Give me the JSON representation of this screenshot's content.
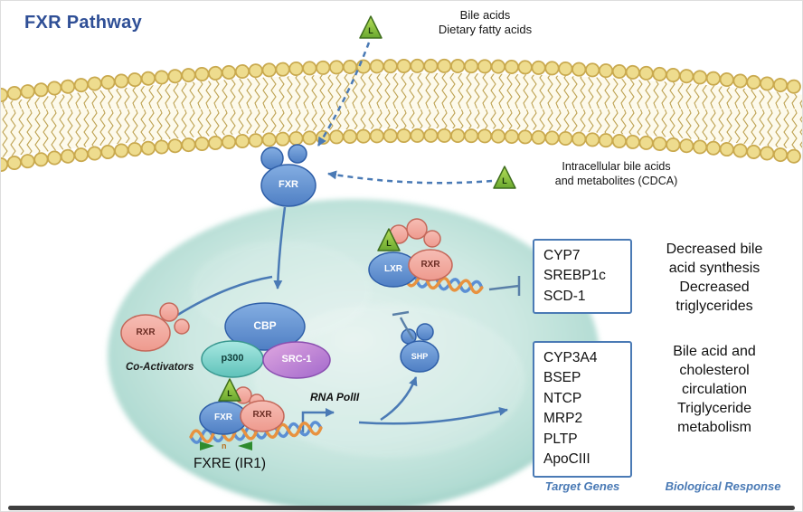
{
  "title": "FXR Pathway",
  "ligand": {
    "symbol": "L"
  },
  "extracellular_label": {
    "line1": "Bile acids",
    "line2": "Dietary fatty acids"
  },
  "cdca_note": {
    "line1": "Intracellular bile acids",
    "line2": "and metabolites (CDCA)"
  },
  "molecules": {
    "fxr_membrane": "FXR",
    "rxr_left": "RXR",
    "cbp": "CBP",
    "p300": "p300",
    "src1": "SRC-1",
    "coactivators": "Co-Activators",
    "fxr_dna": "FXR",
    "rxr_dna": "RXR",
    "lxr": "LXR",
    "rxr_lxr": "RXR",
    "shp": "SHP"
  },
  "dna_labels": {
    "fxre": "FXRE (IR1)",
    "repeat_n": "n",
    "rna_pol": "RNA PolII"
  },
  "target_genes": {
    "box1": [
      "CYP7",
      "SREBP1c",
      "SCD-1"
    ],
    "box2": [
      "CYP3A4",
      "BSEP",
      "NTCP",
      "MRP2",
      "PLTP",
      "ApoCIII"
    ]
  },
  "responses": {
    "box1": [
      "Decreased bile",
      "acid synthesis",
      "Decreased",
      "triglycerides"
    ],
    "box2": [
      "Bile acid and",
      "cholesterol",
      "circulation",
      "Triglyceride",
      "metabolism"
    ]
  },
  "footer": {
    "target_genes": "Target Genes",
    "biological_response": "Biological Response"
  },
  "colors": {
    "accent_blue": "#4a7ab5",
    "membrane_gold": "#e3cc79",
    "nucleus_teal": "#c8e6df",
    "receptor_blue": "#5b8fd4",
    "receptor_pink": "#f2a79e",
    "ligand_green": "#8cc63f",
    "coactivator_purple": "#b07fd8",
    "coactivator_teal": "#7fd4cf",
    "dna_orange": "#e8923f"
  }
}
